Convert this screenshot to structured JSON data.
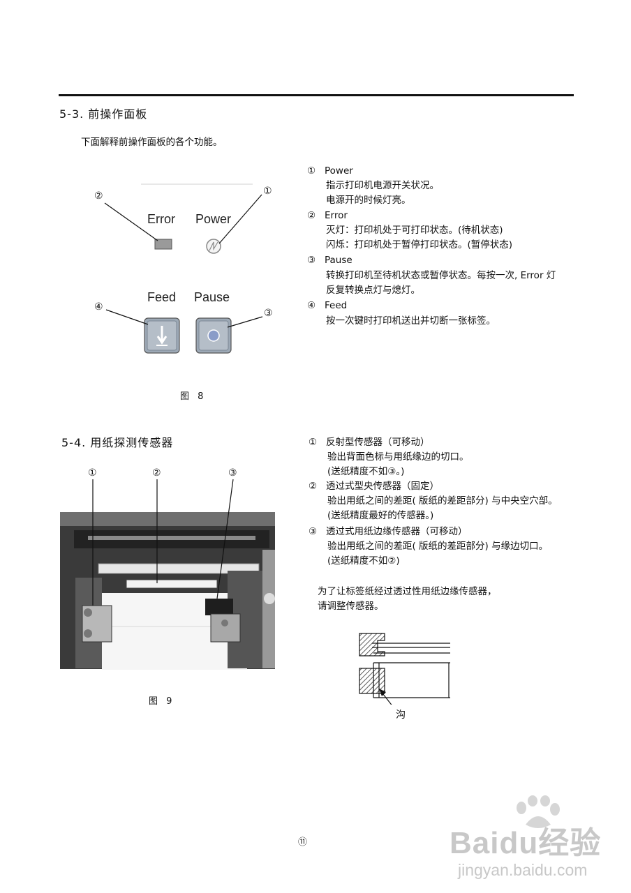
{
  "section_53": {
    "title": "5-3.  前操作面板",
    "intro": "下面解释前操作面板的各个功能。",
    "figure": {
      "labels": {
        "error": "Error",
        "power": "Power",
        "feed": "Feed",
        "pause": "Pause"
      },
      "markers": {
        "m1": "①",
        "m2": "②",
        "m3": "③",
        "m4": "④"
      },
      "caption": "图 8"
    },
    "items": [
      {
        "num": "①",
        "name": "Power",
        "lines": [
          "指示打印机电源开关状况。",
          "电源开的时候灯亮。"
        ]
      },
      {
        "num": "②",
        "name": "Error",
        "lines": [
          "灭灯：打印机处于可打印状态。(待机状态)",
          "闪烁：打印机处于暂停打印状态。(暂停状态)"
        ]
      },
      {
        "num": "③",
        "name": "Pause",
        "lines": [
          "转换打印机至待机状态或暂停状态。每按一次, Error 灯",
          "反复转换点灯与熄灯。"
        ]
      },
      {
        "num": "④",
        "name": "Feed",
        "lines": [
          "按一次键时打印机送出并切断一张标签。"
        ]
      }
    ]
  },
  "section_54": {
    "title": "5-4. 用纸探测传感器",
    "figure": {
      "markers": {
        "m1": "①",
        "m2": "②",
        "m3": "③"
      },
      "caption": "图 9"
    },
    "items": [
      {
        "num": "①",
        "name": "反射型传感器（可移动）",
        "lines": [
          "验出背面色标与用纸缘边的切口。",
          "(送纸精度不如③。)"
        ]
      },
      {
        "num": "②",
        "name": "透过式型央传感器（固定）",
        "lines": [
          "验出用纸之间的差距( 版纸的差距部分) 与中央空穴部。",
          "(送纸精度最好的传感器。)"
        ]
      },
      {
        "num": "③",
        "name": "透过式用纸边缘传感器（可移动）",
        "lines": [
          "验出用纸之间的差距( 版纸的差距部分) 与缘边切口。",
          "(送纸精度不如②)"
        ]
      }
    ],
    "note": [
      "为了让标签纸经过透过性用纸边缘传感器，",
      "请调整传感器。"
    ],
    "diagram_label": "沟"
  },
  "page_number": "⑪",
  "watermark": {
    "brand": "Baidu经验",
    "url": "jingyan.baidu.com"
  }
}
